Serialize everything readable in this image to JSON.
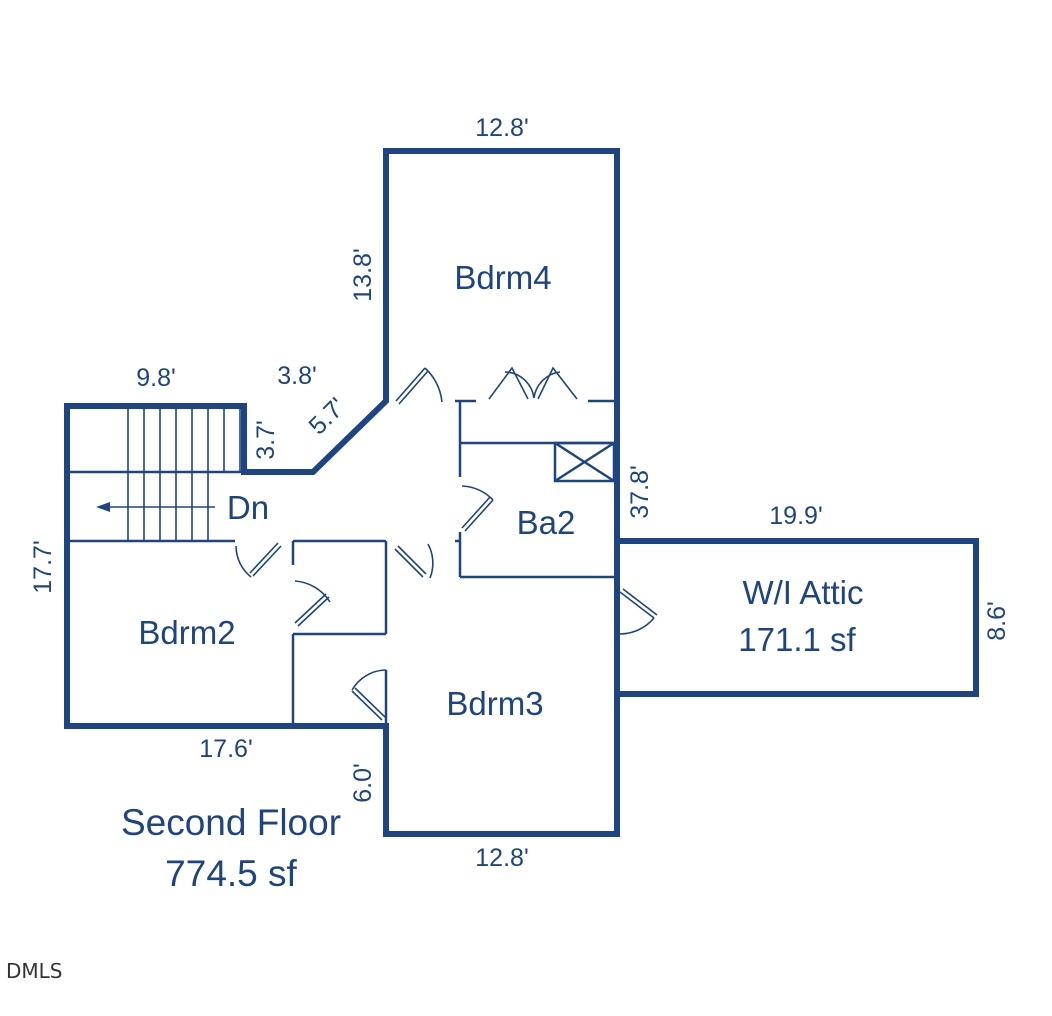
{
  "colors": {
    "wall": "#1d4585",
    "watermark": "#333333",
    "background": "#ffffff"
  },
  "title": {
    "line1": "Second Floor",
    "line2": "774.5 sf"
  },
  "rooms": {
    "bdrm4": "Bdrm4",
    "bdrm2": "Bdrm2",
    "bdrm3": "Bdrm3",
    "ba2": "Ba2",
    "attic_name": "W/I Attic",
    "attic_area": "171.1 sf",
    "stair": "Dn"
  },
  "dimensions": {
    "bdrm4_top": "12.8'",
    "bdrm4_left": "13.8'",
    "stair_top": "9.8'",
    "landing_top": "3.8'",
    "diagonal": "5.7'",
    "stair_right": "3.7'",
    "left_side": "17.7'",
    "right_side": "37.8'",
    "attic_top": "19.9'",
    "attic_right": "8.6'",
    "bottom_left": "17.6'",
    "bdrm3_left": "6.0'",
    "bottom": "12.8'"
  },
  "icons": {
    "stair_arrow": "arrow-left-icon",
    "hvac": "x-box-icon",
    "door": "door-swing-icon"
  },
  "watermark": "DMLS"
}
